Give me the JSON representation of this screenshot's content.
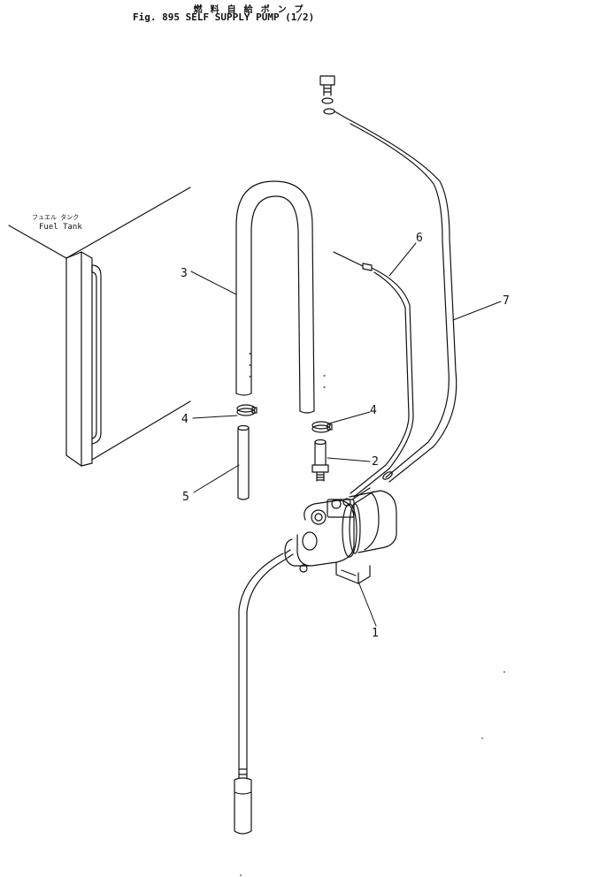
{
  "title": {
    "japanese": "燃料自給ポンプ",
    "english": "Fig. 895  SELF SUPPLY PUMP (1/2)"
  },
  "labels": {
    "fuel_tank_jp": "フュエル タンク",
    "fuel_tank_en": "Fuel Tank"
  },
  "callouts": [
    "1",
    "2",
    "3",
    "4",
    "4",
    "5",
    "6",
    "7"
  ]
}
